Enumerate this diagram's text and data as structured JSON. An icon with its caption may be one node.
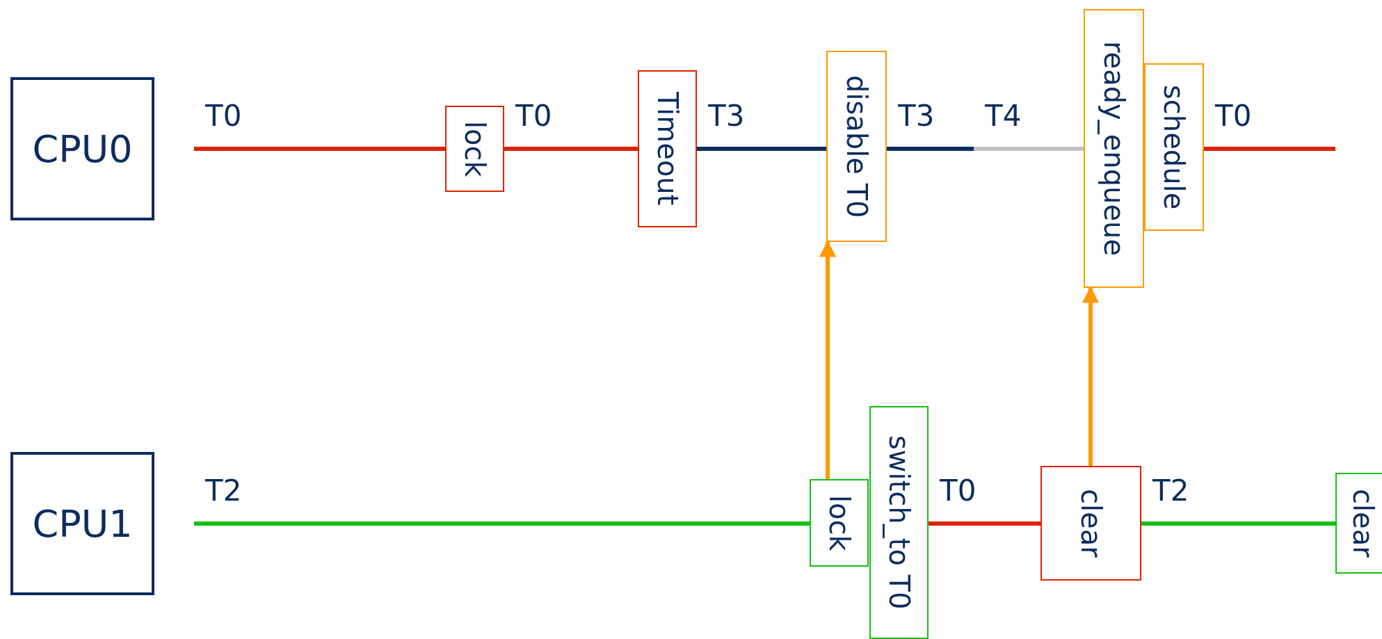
{
  "diagram": {
    "nodes": [
      {
        "text": [
          "CPU0"
        ]
      },
      {
        "text": [
          "lock"
        ]
      },
      {
        "text": [
          "Timeout"
        ]
      },
      {
        "text": [
          "disable T0"
        ]
      },
      {
        "text": [
          "ready_enqueue"
        ]
      },
      {
        "text": [
          "schedule"
        ]
      },
      {
        "text": [
          "CPU1"
        ]
      },
      {
        "text": [
          "lock"
        ]
      },
      {
        "text": [
          "switch_to T0"
        ]
      },
      {
        "text": [
          "clear"
        ]
      },
      {
        "text": [
          "clear"
        ]
      }
    ],
    "edges": [
      {
        "from": null,
        "to": 1,
        "arrow": "none",
        "label": "T0",
        "color": "#dd2200"
      },
      {
        "from": 1,
        "to": 2,
        "arrow": "none",
        "label": "T0",
        "color": "#dd2200"
      },
      {
        "from": 2,
        "to": 3,
        "arrow": "none",
        "label": "T3",
        "color": "#0d2c5e"
      },
      {
        "from": 3,
        "to": null,
        "arrow": "none",
        "label": "T3",
        "color": "#0d2c5e"
      },
      {
        "from": null,
        "to": 4,
        "arrow": "none",
        "label": "T4",
        "color": "#c0c0c0"
      },
      {
        "from": 5,
        "to": null,
        "arrow": "none",
        "label": "T0",
        "color": "#dd2200"
      },
      {
        "from": null,
        "to": 7,
        "arrow": "none",
        "label": "T2",
        "color": "#11c011"
      },
      {
        "from": 8,
        "to": 9,
        "arrow": "none",
        "label": "T0",
        "color": "#dd2200"
      },
      {
        "from": 9,
        "to": 10,
        "arrow": "none",
        "label": "T2",
        "color": "#11c011"
      },
      {
        "from": 7,
        "to": 3,
        "arrow": "to",
        "color": "#ff9900"
      },
      {
        "from": 9,
        "to": 4,
        "arrow": "to",
        "color": "#ff9900"
      }
    ]
  }
}
